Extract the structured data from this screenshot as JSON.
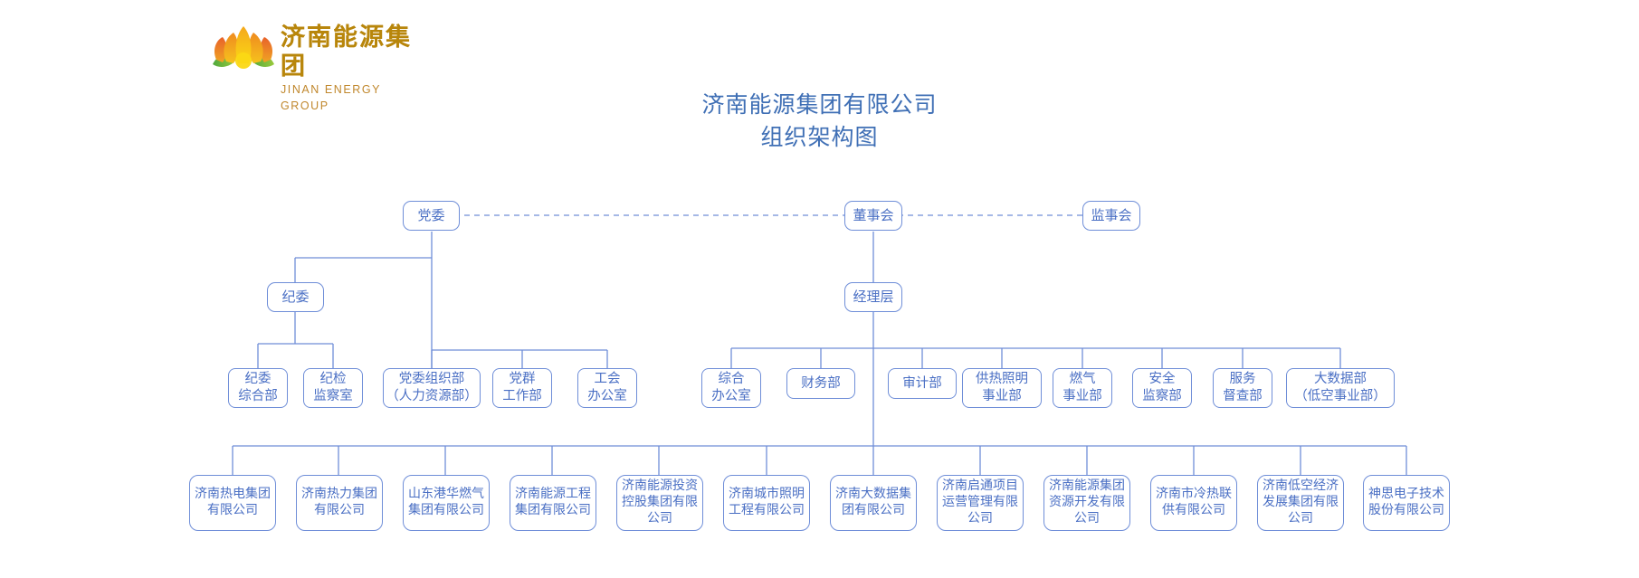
{
  "brand": {
    "logo_cn": "济南能源集团",
    "logo_en": "JINAN ENERGY GROUP",
    "logo_icon": "lotus-flower-icon"
  },
  "title": {
    "line1": "济南能源集团有限公司",
    "line2": "组织架构图"
  },
  "colors": {
    "node_border": "#6f8ed8",
    "node_text": "#4a6fc4",
    "title_text": "#3f6fb5",
    "connector": "#6f8ed8",
    "logo_gold": "#b8860b"
  },
  "chart_data": {
    "type": "diagram",
    "title": "济南能源集团有限公司 组织架构图",
    "levels": [
      {
        "name": "governance",
        "nodes": [
          {
            "id": "party",
            "label": "党委"
          },
          {
            "id": "board",
            "label": "董事会"
          },
          {
            "id": "supervisors",
            "label": "监事会"
          }
        ],
        "link_style": "dashed-horizontal"
      },
      {
        "name": "second",
        "nodes": [
          {
            "id": "discipline",
            "label": "纪委"
          },
          {
            "id": "management",
            "label": "经理层"
          }
        ]
      }
    ],
    "party_departments": [
      {
        "id": "dept-jiwei-zonghe",
        "label": "纪委\n综合部",
        "parent": "discipline"
      },
      {
        "id": "dept-jijian-jiancha",
        "label": "纪检\n监察室",
        "parent": "discipline"
      },
      {
        "id": "dept-zuzhibu",
        "label": "党委组织部\n（人力资源部）",
        "parent": "party"
      },
      {
        "id": "dept-dangqun",
        "label": "党群\n工作部",
        "parent": "party"
      },
      {
        "id": "dept-gonghui",
        "label": "工会\n办公室",
        "parent": "party"
      }
    ],
    "management_departments": [
      {
        "id": "dept-zonghe-bgs",
        "label": "综合\n办公室",
        "parent": "management"
      },
      {
        "id": "dept-caiwu",
        "label": "财务部",
        "parent": "management"
      },
      {
        "id": "dept-shenji",
        "label": "审计部",
        "parent": "management"
      },
      {
        "id": "dept-gongre-zhaoming",
        "label": "供热照明\n事业部",
        "parent": "management"
      },
      {
        "id": "dept-ranqi",
        "label": "燃气\n事业部",
        "parent": "management"
      },
      {
        "id": "dept-anquan",
        "label": "安全\n监察部",
        "parent": "management"
      },
      {
        "id": "dept-fuwu",
        "label": "服务\n督查部",
        "parent": "management"
      },
      {
        "id": "dept-dashuju",
        "label": "大数据部\n（低空事业部）",
        "parent": "management"
      }
    ],
    "subsidiaries": [
      {
        "id": "sub-redian",
        "label": "济南热电集团\n有限公司"
      },
      {
        "id": "sub-reli",
        "label": "济南热力集团\n有限公司"
      },
      {
        "id": "sub-ganghua",
        "label": "山东港华燃气\n集团有限公司"
      },
      {
        "id": "sub-gongcheng",
        "label": "济南能源工程\n集团有限公司"
      },
      {
        "id": "sub-touzi",
        "label": "济南能源投资\n控股集团有限\n公司"
      },
      {
        "id": "sub-zhaoming",
        "label": "济南城市照明\n工程有限公司"
      },
      {
        "id": "sub-dashuju",
        "label": "济南大数据集\n团有限公司"
      },
      {
        "id": "sub-qitong",
        "label": "济南启通项目\n运营管理有限\n公司"
      },
      {
        "id": "sub-ziyuan",
        "label": "济南能源集团\n资源开发有限\n公司"
      },
      {
        "id": "sub-lengrelian",
        "label": "济南市冷热联\n供有限公司"
      },
      {
        "id": "sub-dikong",
        "label": "济南低空经济\n发展集团有限\n公司"
      },
      {
        "id": "sub-shensi",
        "label": "神思电子技术\n股份有限公司"
      }
    ]
  }
}
